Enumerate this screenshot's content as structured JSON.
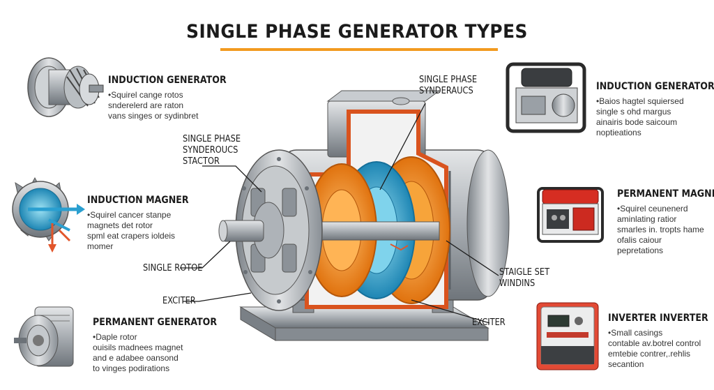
{
  "title": "SINGLE PHASE GENERATOR TYPES",
  "colors": {
    "accent": "#f29a1f",
    "steel": "#9aa0a6",
    "copper_red": "#d9531e",
    "rotor_blue": "#3ab6d8",
    "winding_orange": "#f08a1a"
  },
  "left_items": [
    {
      "heading": "INDUCTION GENERATOR",
      "lines": [
        "Squirel cange rotos",
        "snderelerd are raton",
        "vans singes or sydinbret"
      ],
      "icon": "squirrel-cage-rotor-icon"
    },
    {
      "heading": "INDUCTION MAGNER",
      "lines": [
        "Squirel cancer stanpe",
        "magnets det rotor",
        "spml eat crapers ioldeis",
        "momer"
      ],
      "icon": "magnetic-field-rotor-icon"
    },
    {
      "heading": "PERMANENT GENERATOR",
      "lines": [
        "Daple rotor",
        "ouisils madnees magnet",
        "and e adabee oansond",
        "to vinges podirations"
      ],
      "icon": "permanent-generator-icon"
    }
  ],
  "right_items": [
    {
      "heading": "INDUCTION GENERATOR",
      "lines": [
        "Baios hagtel squiersed",
        "single s ohd margus",
        "ainairis bode saicoum",
        "noptieations"
      ],
      "icon": "portable-generator-icon"
    },
    {
      "heading": "PERMANENT MAGNET",
      "lines": [
        "Squirel ceunenerd",
        "aminlating ratior",
        "smarles in. tropts hame",
        "ofalis caiour",
        "pepretations"
      ],
      "icon": "red-generator-icon"
    },
    {
      "heading": "INVERTER INVERTER",
      "lines": [
        "Small casings",
        "contable av.botrel control",
        "emtebie contrer,.rehlis",
        "secantion"
      ],
      "icon": "inverter-generator-icon"
    }
  ],
  "callouts": {
    "stator": [
      "SINGLE PHASE",
      "SYNDEROUCS",
      "STACTOR"
    ],
    "top": [
      "SINGLE PHASE",
      "SYNDERAUCS"
    ],
    "rotor": [
      "SINGLE ROTOE"
    ],
    "exciter_left": [
      "EXCITER"
    ],
    "windings": [
      "STAIGLE SET",
      "WINDINS"
    ],
    "exciter_right": [
      "EXCITER"
    ]
  }
}
